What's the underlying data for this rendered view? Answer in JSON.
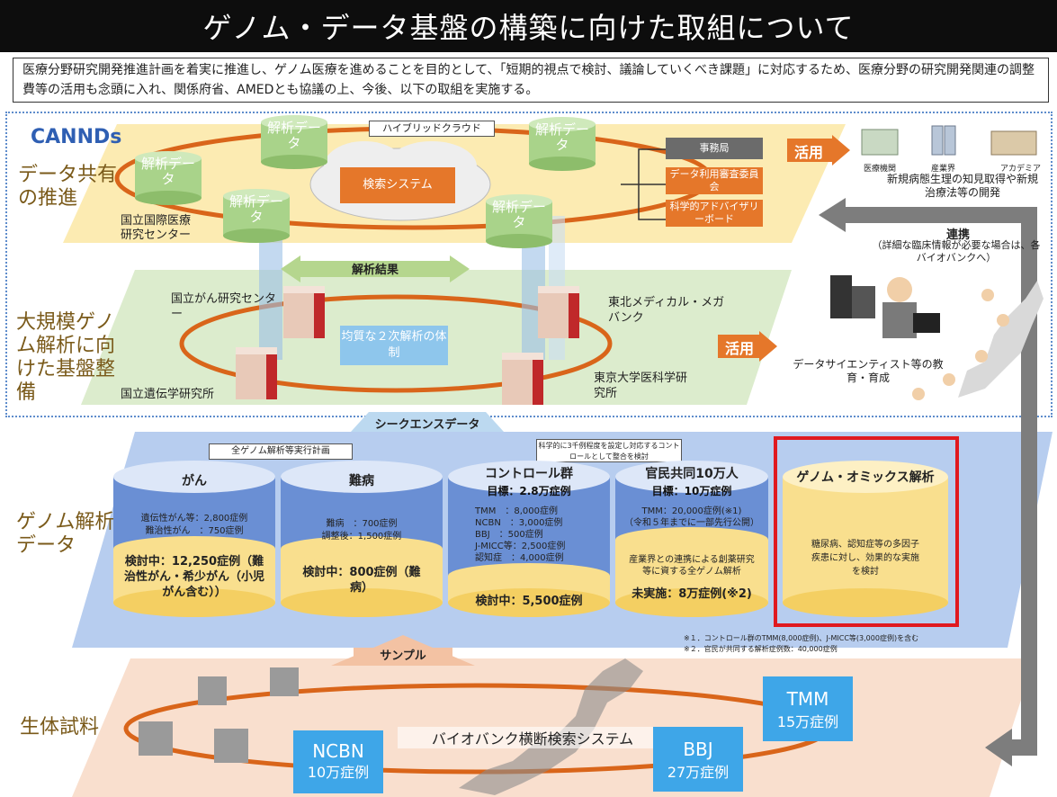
{
  "title": "ゲノム・データ基盤の構築に向けた取組について",
  "intro": "医療分野研究開発推進計画を着実に推進し、ゲノム医療を進めることを目的として、「短期的視点で検討、議論していくべき課題」に対応するため、医療分野の研究開発関連の調整費等の活用も念頭に入れ、関係府省、AMEDとも協議の上、今後、以下の取組を実施する。",
  "canndsLabel": "CANNDs",
  "sections": {
    "sharing": "データ共有の推進",
    "infrastructure": "大規模ゲノム解析に向けた基盤整備",
    "genome": "ゲノム解析データ",
    "bio": "生体試料"
  },
  "top": {
    "hybridCloud": "ハイブリッドクラウド",
    "searchSystem": "検索システム",
    "analysisData": "解析データ",
    "secretariat": "事務局",
    "useReview": "データ利用審査委員会",
    "advisory": "科学的アドバイザリーボード",
    "ncgm": "国立国際医療研究センター",
    "activate": "活用",
    "icons": [
      "医療機関",
      "産業界",
      "アカデミア"
    ],
    "knowledge": "新規病態生理の知見取得や新規治療法等の開発"
  },
  "middle": {
    "results": "解析結果",
    "equalSystem": "均質な２次解析の体制",
    "ncc": "国立がん研究センター",
    "tohoku": "東北メディカル・メガバンク",
    "nig": "国立遺伝学研究所",
    "tokyo": "東京大学医科学研究所",
    "activate": "活用",
    "renkei": "連携",
    "renkeiNote": "（詳細な臨床情報が必要な場合は、各バイオバンクへ）",
    "scientists": "データサイエンティスト等の教育・育成",
    "sequenceData": "シークエンスデータ"
  },
  "genome": {
    "planBadge": "全ゲノム解析等実行計画",
    "controlNote": "科学的に3千例程度を設定し対応するコントロールとして整合を検討",
    "cancer": {
      "title": "がん",
      "detail": [
        "遺伝性がん等：2,800症例",
        "難治性がん　：750症例"
      ],
      "bottom": "検討中：12,250症例（難治性がん・希少がん（小児がん含む））"
    },
    "rare": {
      "title": "難病",
      "detail": [
        "難病　：700症例",
        "調整後：1,500症例"
      ],
      "bottom": "検討中：800症例（難病）"
    },
    "control": {
      "title": "コントロール群",
      "goal": "目標：2.8万症例",
      "detail": [
        "TMM　：8,000症例",
        "NCBN　：3,000症例",
        "BBJ　：500症例",
        "J-MICC等：2,500症例",
        "認知症　：4,000症例"
      ],
      "bottom": "検討中：5,500症例"
    },
    "public": {
      "title": "官民共同10万人",
      "goal": "目標：10万症例",
      "detail": [
        "TMM：20,000症例(※1)",
        "（令和５年までに一部先行公開）"
      ],
      "mid": "産業界との連携による創薬研究等に資する全ゲノム解析",
      "bottom": "未実施：8万症例(※2)"
    },
    "omics": {
      "title": "ゲノム・オミックス解析",
      "detail": "糖尿病、認知症等の多因子疾患に対し、効果的な実施を検討"
    },
    "notes": [
      "※１．コントロール群のTMM(8,000症例)、J-MICC等(3,000症例)を含む",
      "※２．官民が共同する解析症例数：40,000症例"
    ]
  },
  "bottom": {
    "sample": "サンプル",
    "biobankSearch": "バイオバンク横断検索システム",
    "ncbn": "NCBN",
    "ncbnCount": "10万症例",
    "bbj": "BBJ",
    "bbjCount": "27万症例",
    "tmm": "TMM",
    "tmmCount": "15万症例"
  },
  "colors": {
    "orange": "#e5772a",
    "ring": "#d9651a",
    "highlight": "#e0191f",
    "blueCube": "#3ea6e8"
  }
}
